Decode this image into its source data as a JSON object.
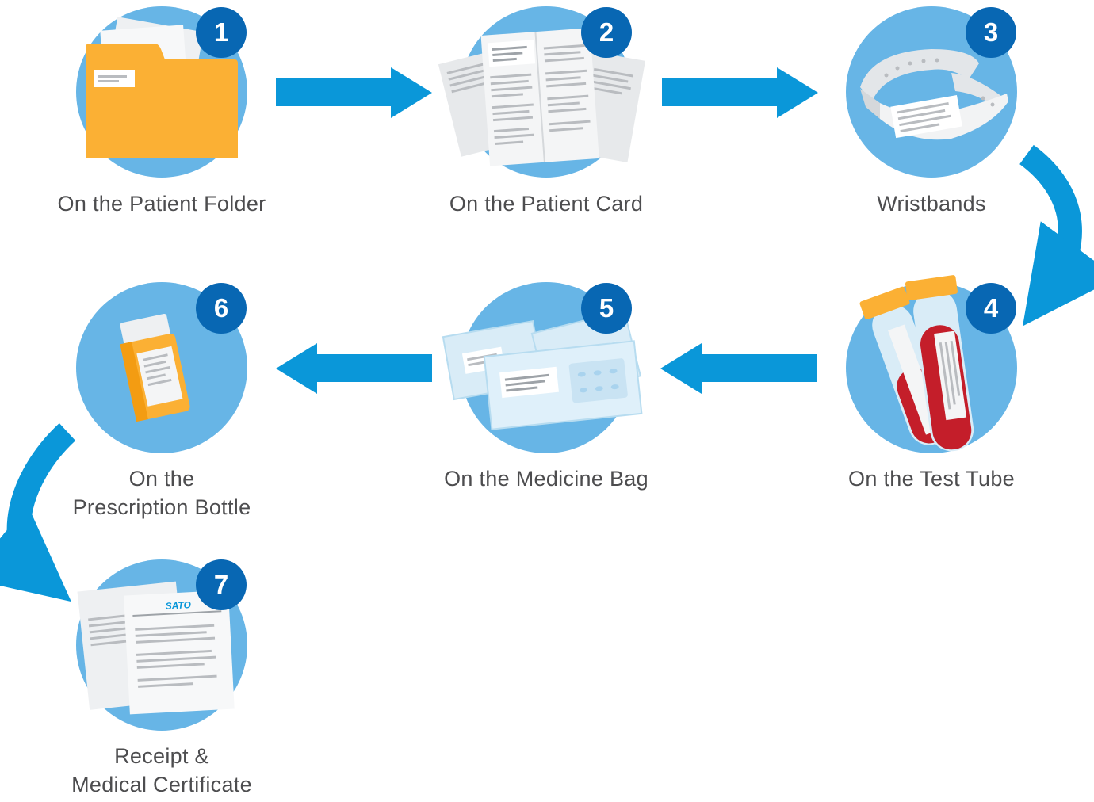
{
  "steps": [
    {
      "number": "1",
      "label": "On the Patient Folder",
      "icon": "patient-folder-icon"
    },
    {
      "number": "2",
      "label": "On the Patient Card",
      "icon": "patient-card-icon"
    },
    {
      "number": "3",
      "label": "Wristbands",
      "icon": "wristbands-icon"
    },
    {
      "number": "4",
      "label": "On the Test Tube",
      "icon": "test-tube-icon"
    },
    {
      "number": "5",
      "label": "On the Medicine Bag",
      "icon": "medicine-bag-icon"
    },
    {
      "number": "6",
      "label_line1": "On the",
      "label_line2": "Prescription Bottle",
      "icon": "prescription-bottle-icon"
    },
    {
      "number": "7",
      "label_line1": "Receipt &",
      "label_line2": "Medical Certificate",
      "icon": "receipt-certificate-icon",
      "logo_text": "SATO"
    }
  ],
  "colors": {
    "circle": "#67b5e6",
    "arrow": "#0a97d9",
    "badge": "#0867b3",
    "label": "#4d4d4f",
    "folder": "#fbb034",
    "blood": "#c41e2a"
  }
}
